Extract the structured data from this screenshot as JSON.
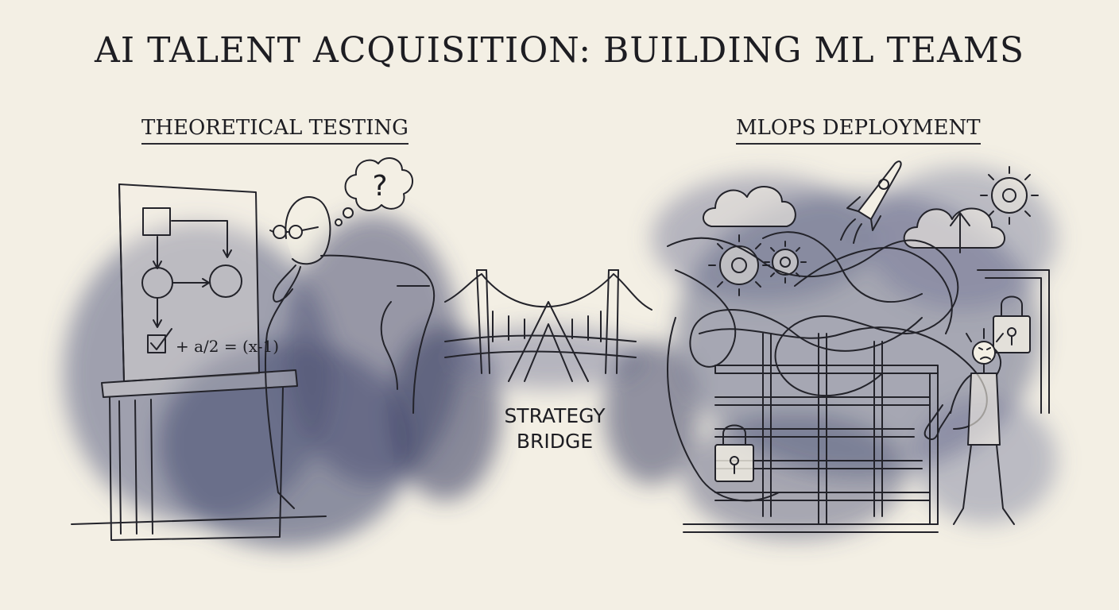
{
  "title": "AI TALENT ACQUISITION: BUILDING ML TEAMS",
  "left_section": {
    "label": "THEORETICAL TESTING",
    "formula": "+ a/2 = (x-1)",
    "thought_symbol": "?"
  },
  "bridge": {
    "line1": "STRATEGY",
    "line2": "BRIDGE"
  },
  "right_section": {
    "label": "MLOPS DEPLOYMENT"
  },
  "colors": {
    "paper": "#f3efe4",
    "ink": "#1d1d22",
    "wash": "#4a4f73"
  }
}
